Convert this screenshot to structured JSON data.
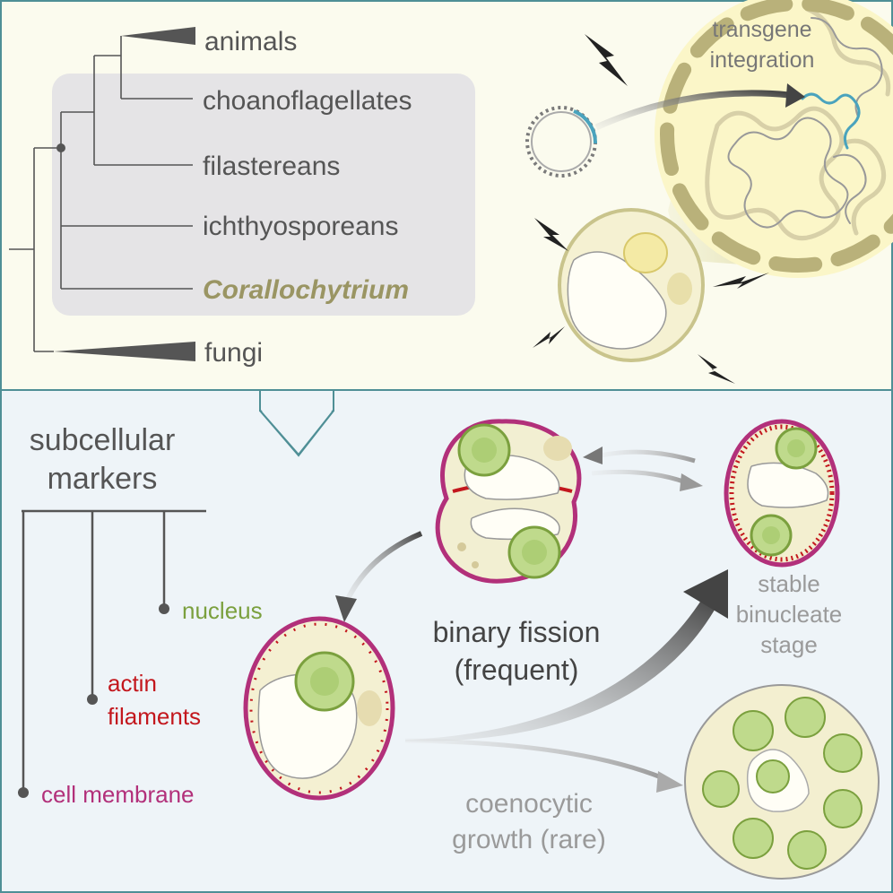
{
  "top": {
    "tree": {
      "taxa": [
        "animals",
        "choanoflagellates",
        "filastereans",
        "ichthyosporeans",
        "Corallochytrium",
        "fungi"
      ],
      "highlight_taxon": "Corallochytrium"
    },
    "transgene_label_line1": "transgene",
    "transgene_label_line2": "integration"
  },
  "bottom": {
    "markers_title_line1": "subcellular",
    "markers_title_line2": "markers",
    "markers": {
      "nucleus": "nucleus",
      "actin_line1": "actin",
      "actin_line2": "filaments",
      "membrane": "cell membrane"
    },
    "binary_line1": "binary fission",
    "binary_line2": "(frequent)",
    "stable_line1": "stable",
    "stable_line2": "binucleate",
    "stable_line3": "stage",
    "coeno_line1": "coenocytic",
    "coeno_line2": "growth (rare)"
  },
  "colors": {
    "top_bg": "#fbfbee",
    "bottom_bg": "#eef4f8",
    "panel_border": "#4f8f96",
    "tree_line": "#555555",
    "highlight_box": "#e5e4e6",
    "corallo_text": "#9a9563",
    "label_grey": "#555555",
    "light_grey": "#9a9a9a",
    "nucleus_green": "#7ba03e",
    "nucleus_fill": "#bfda8c",
    "actin_red": "#c3171d",
    "membrane_magenta": "#b2307a",
    "dna_teal": "#4aa3bd",
    "wall_olive": "#b9b17a"
  }
}
